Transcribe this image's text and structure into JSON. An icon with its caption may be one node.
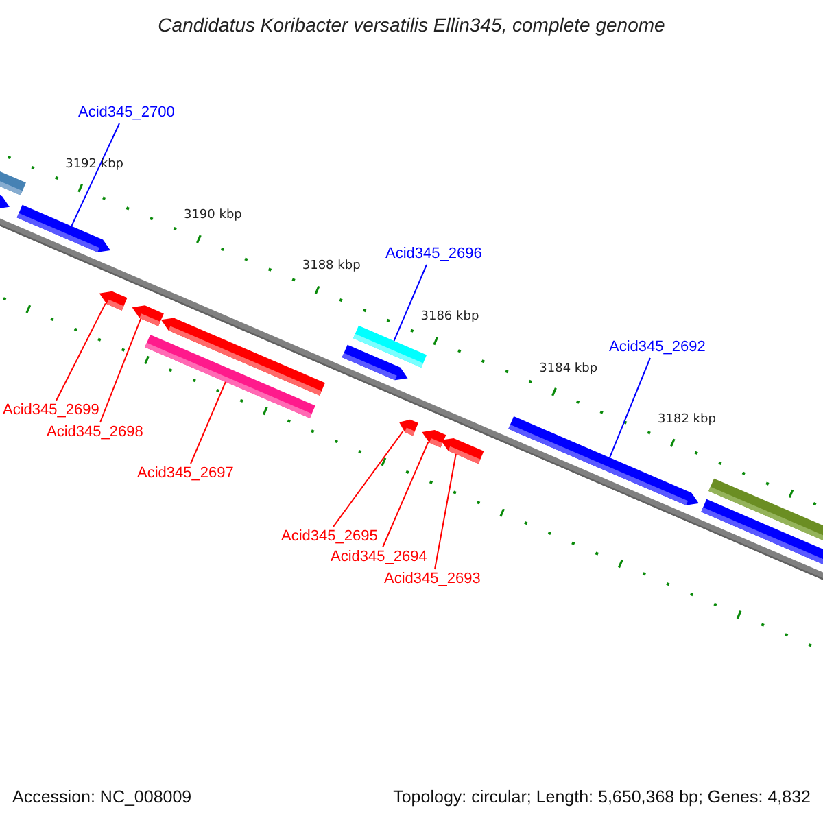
{
  "diagram": {
    "title": "Candidatus Koribacter versatilis Ellin345, complete genome",
    "nodes": [
      {
        "text": [
          "Acid345_2700"
        ]
      },
      {
        "text": [
          "Acid345_2696"
        ]
      },
      {
        "text": [
          "Acid345_2692"
        ]
      },
      {
        "text": [
          "Acid345_2699"
        ]
      },
      {
        "text": [
          "Acid345_2698"
        ]
      },
      {
        "text": [
          "Acid345_2697"
        ]
      },
      {
        "text": [
          "Acid345_2695"
        ]
      },
      {
        "text": [
          "Acid345_2694"
        ]
      },
      {
        "text": [
          "Acid345_2693"
        ]
      },
      {
        "text": [],
        "shape": "arrow"
      },
      {
        "text": [],
        "shape": "arrow"
      },
      {
        "text": [],
        "shape": "arrow"
      },
      {
        "text": [],
        "shape": "arrow"
      },
      {
        "text": [],
        "shape": "arrow"
      },
      {
        "text": [],
        "shape": "bar"
      },
      {
        "text": [],
        "shape": "arrow"
      },
      {
        "text": [],
        "shape": "arrow"
      },
      {
        "text": [],
        "shape": "bar"
      },
      {
        "text": [],
        "shape": "arrow"
      },
      {
        "text": [],
        "shape": "arrow"
      },
      {
        "text": [],
        "shape": "arrow"
      },
      {
        "text": [],
        "shape": "arrow"
      },
      {
        "text": [],
        "shape": "bar"
      },
      {
        "text": [],
        "shape": "bar"
      }
    ],
    "edges": [
      {
        "from": 0,
        "to": 11,
        "arrow": "none",
        "color": "#0000ff"
      },
      {
        "from": 1,
        "to": 17,
        "arrow": "none",
        "color": "#0000ff"
      },
      {
        "from": 2,
        "to": 21,
        "arrow": "none",
        "color": "#0000ff"
      },
      {
        "from": 3,
        "to": 12,
        "arrow": "none"
      },
      {
        "from": 4,
        "to": 13,
        "arrow": "none"
      },
      {
        "from": 5,
        "to": 14,
        "arrow": "none"
      },
      {
        "from": 6,
        "to": 18,
        "arrow": "none"
      },
      {
        "from": 7,
        "to": 19,
        "arrow": "none"
      },
      {
        "from": 8,
        "to": 20,
        "arrow": "none"
      }
    ],
    "labels": [
      "3192 kbp",
      "3190 kbp",
      "3188 kbp",
      "3186 kbp",
      "3184 kbp",
      "3182 kbp",
      "Accession: NC_008009",
      "Topology: circular; Length: 5,650,368 bp; Genes: 4,832"
    ]
  }
}
